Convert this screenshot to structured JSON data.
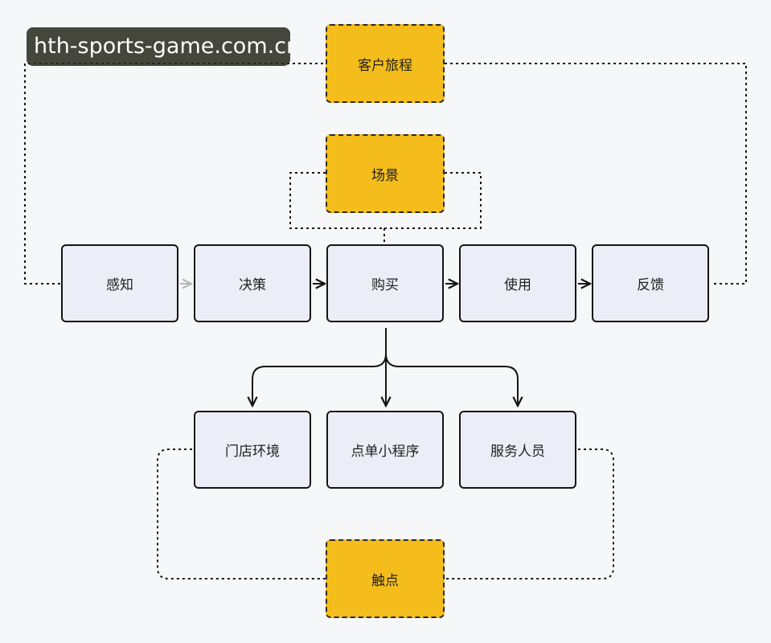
{
  "watermark": "hth-sports-game.com.cn",
  "labels": {
    "customer_journey": "客户旅程",
    "scene": "场景",
    "touchpoint": "触点"
  },
  "stages": [
    "感知",
    "决策",
    "购买",
    "使用",
    "反馈"
  ],
  "touchpoints": [
    "门店环境",
    "点单小程序",
    "服务人员"
  ],
  "colors": {
    "tag_fill": "#f4bd1c",
    "stage_fill": "#ebeef6",
    "stroke": "#151515",
    "faded_arrow": "#b8b8b8"
  }
}
